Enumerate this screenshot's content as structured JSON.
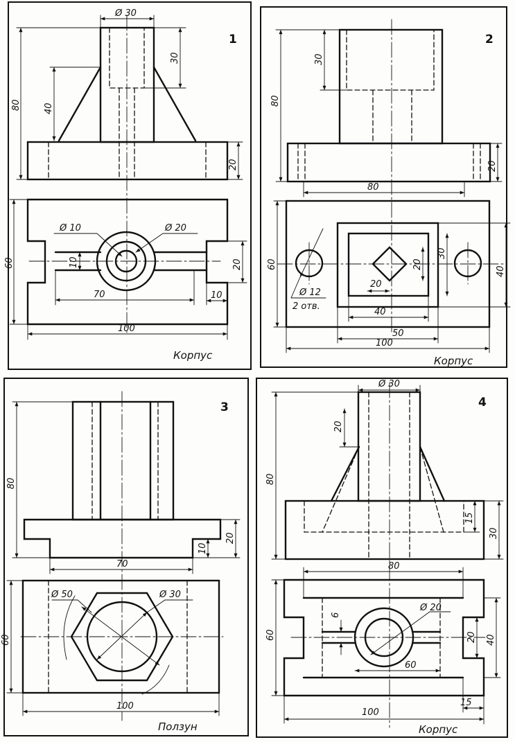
{
  "panels": [
    {
      "number": "1",
      "title": "Корпус",
      "dims": {
        "d_top": "Ø 30",
        "top_depth": "30",
        "height": "80",
        "rib": "40",
        "base_h": "20",
        "hole_small": "Ø 10",
        "hole_big": "Ø 20",
        "slot_w": "10",
        "slot_span": "70",
        "width": "60",
        "notch_h": "20",
        "notch_w": "10",
        "length": "100"
      }
    },
    {
      "number": "2",
      "title": "Корпус",
      "dims": {
        "top_depth": "30",
        "height": "80",
        "base_h": "20",
        "span80": "80",
        "width": "60",
        "hole": "Ø 12",
        "holes_count": "2 отв.",
        "sq_side": "20",
        "sq_h": "20",
        "inner30": "30",
        "outer40": "40",
        "inner40": "40",
        "span50": "50",
        "length": "100"
      }
    },
    {
      "number": "3",
      "title": "Ползун",
      "dims": {
        "height": "80",
        "base_h": "20",
        "step_h": "10",
        "span70": "70",
        "hex": "Ø 50",
        "circle": "Ø 30",
        "width": "60",
        "length": "100"
      }
    },
    {
      "number": "4",
      "title": "Корпус",
      "dims": {
        "d_top": "Ø 30",
        "top_depth": "20",
        "height": "80",
        "groove": "15",
        "base_h": "30",
        "span80": "80",
        "width": "60",
        "hole": "Ø 20",
        "slot_w": "6",
        "slot_span": "60",
        "notch_h": "20",
        "depth40": "40",
        "notch_w": "15",
        "length": "100"
      }
    }
  ]
}
